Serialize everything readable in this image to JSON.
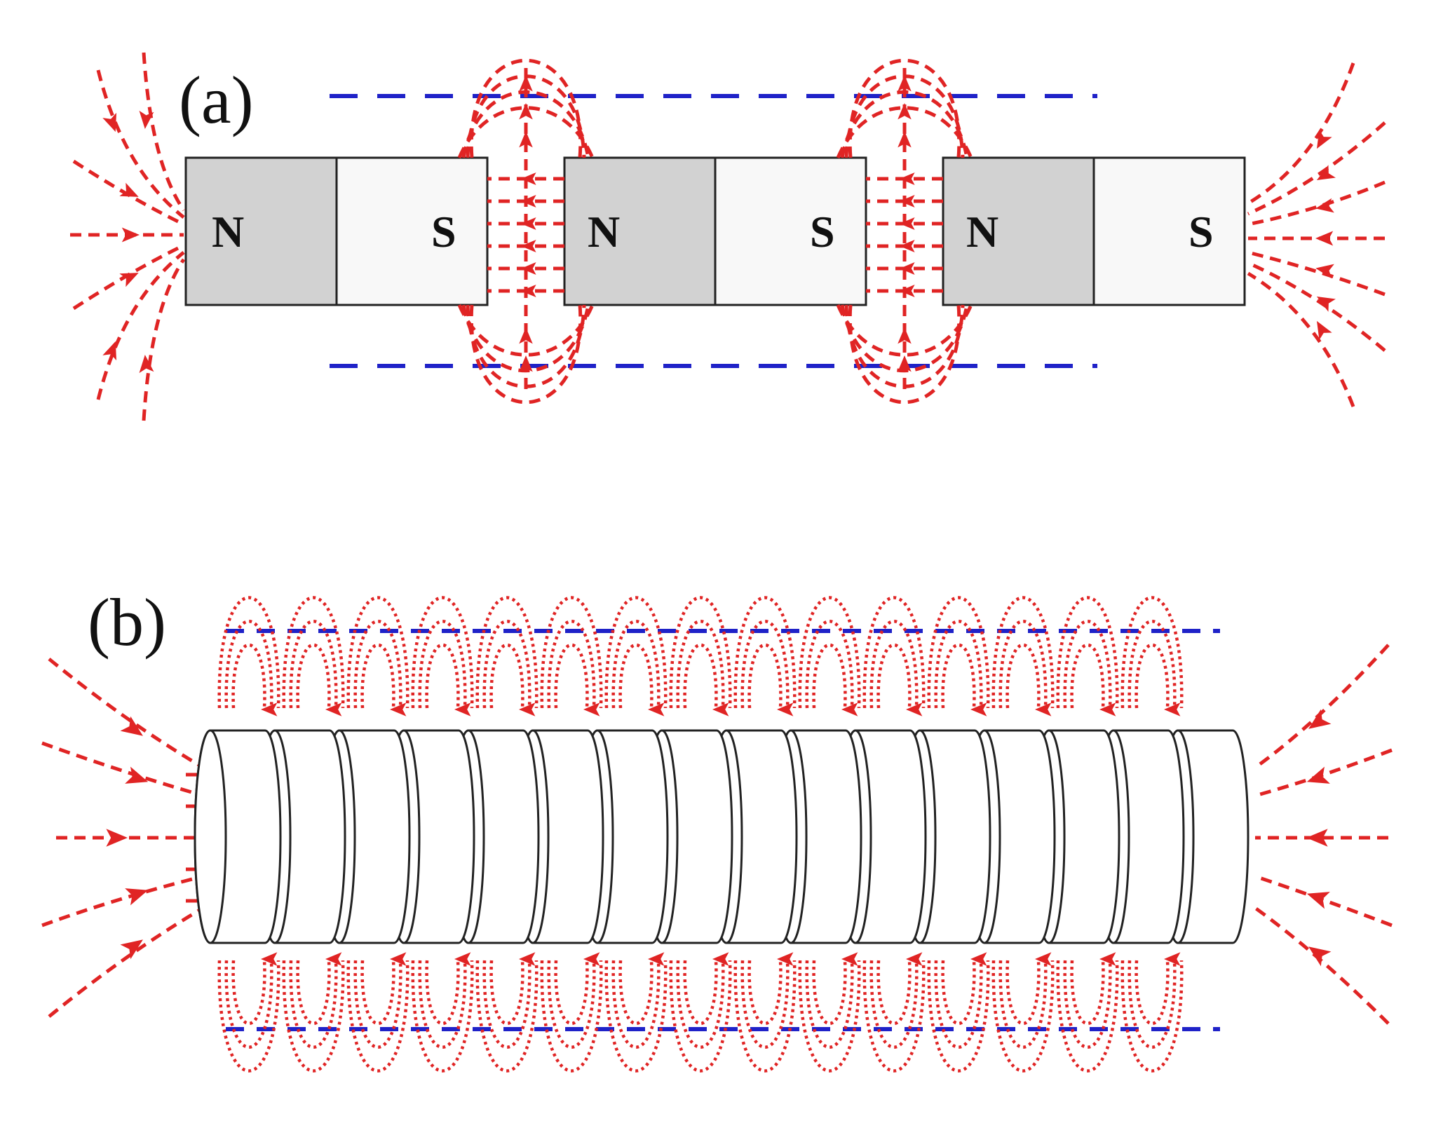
{
  "panels": [
    {
      "label": "(a)",
      "magnets": [
        {
          "north": "N",
          "south": "S"
        },
        {
          "north": "N",
          "south": "S"
        },
        {
          "north": "N",
          "south": "S"
        }
      ]
    },
    {
      "label": "(b)",
      "disc_count": 16
    }
  ],
  "colors": {
    "field_line": "#e02424",
    "guide_line": "#1f22c8",
    "north_fill": "#d2d2d2",
    "south_fill": "#f8f8f8",
    "outline": "#222222"
  }
}
